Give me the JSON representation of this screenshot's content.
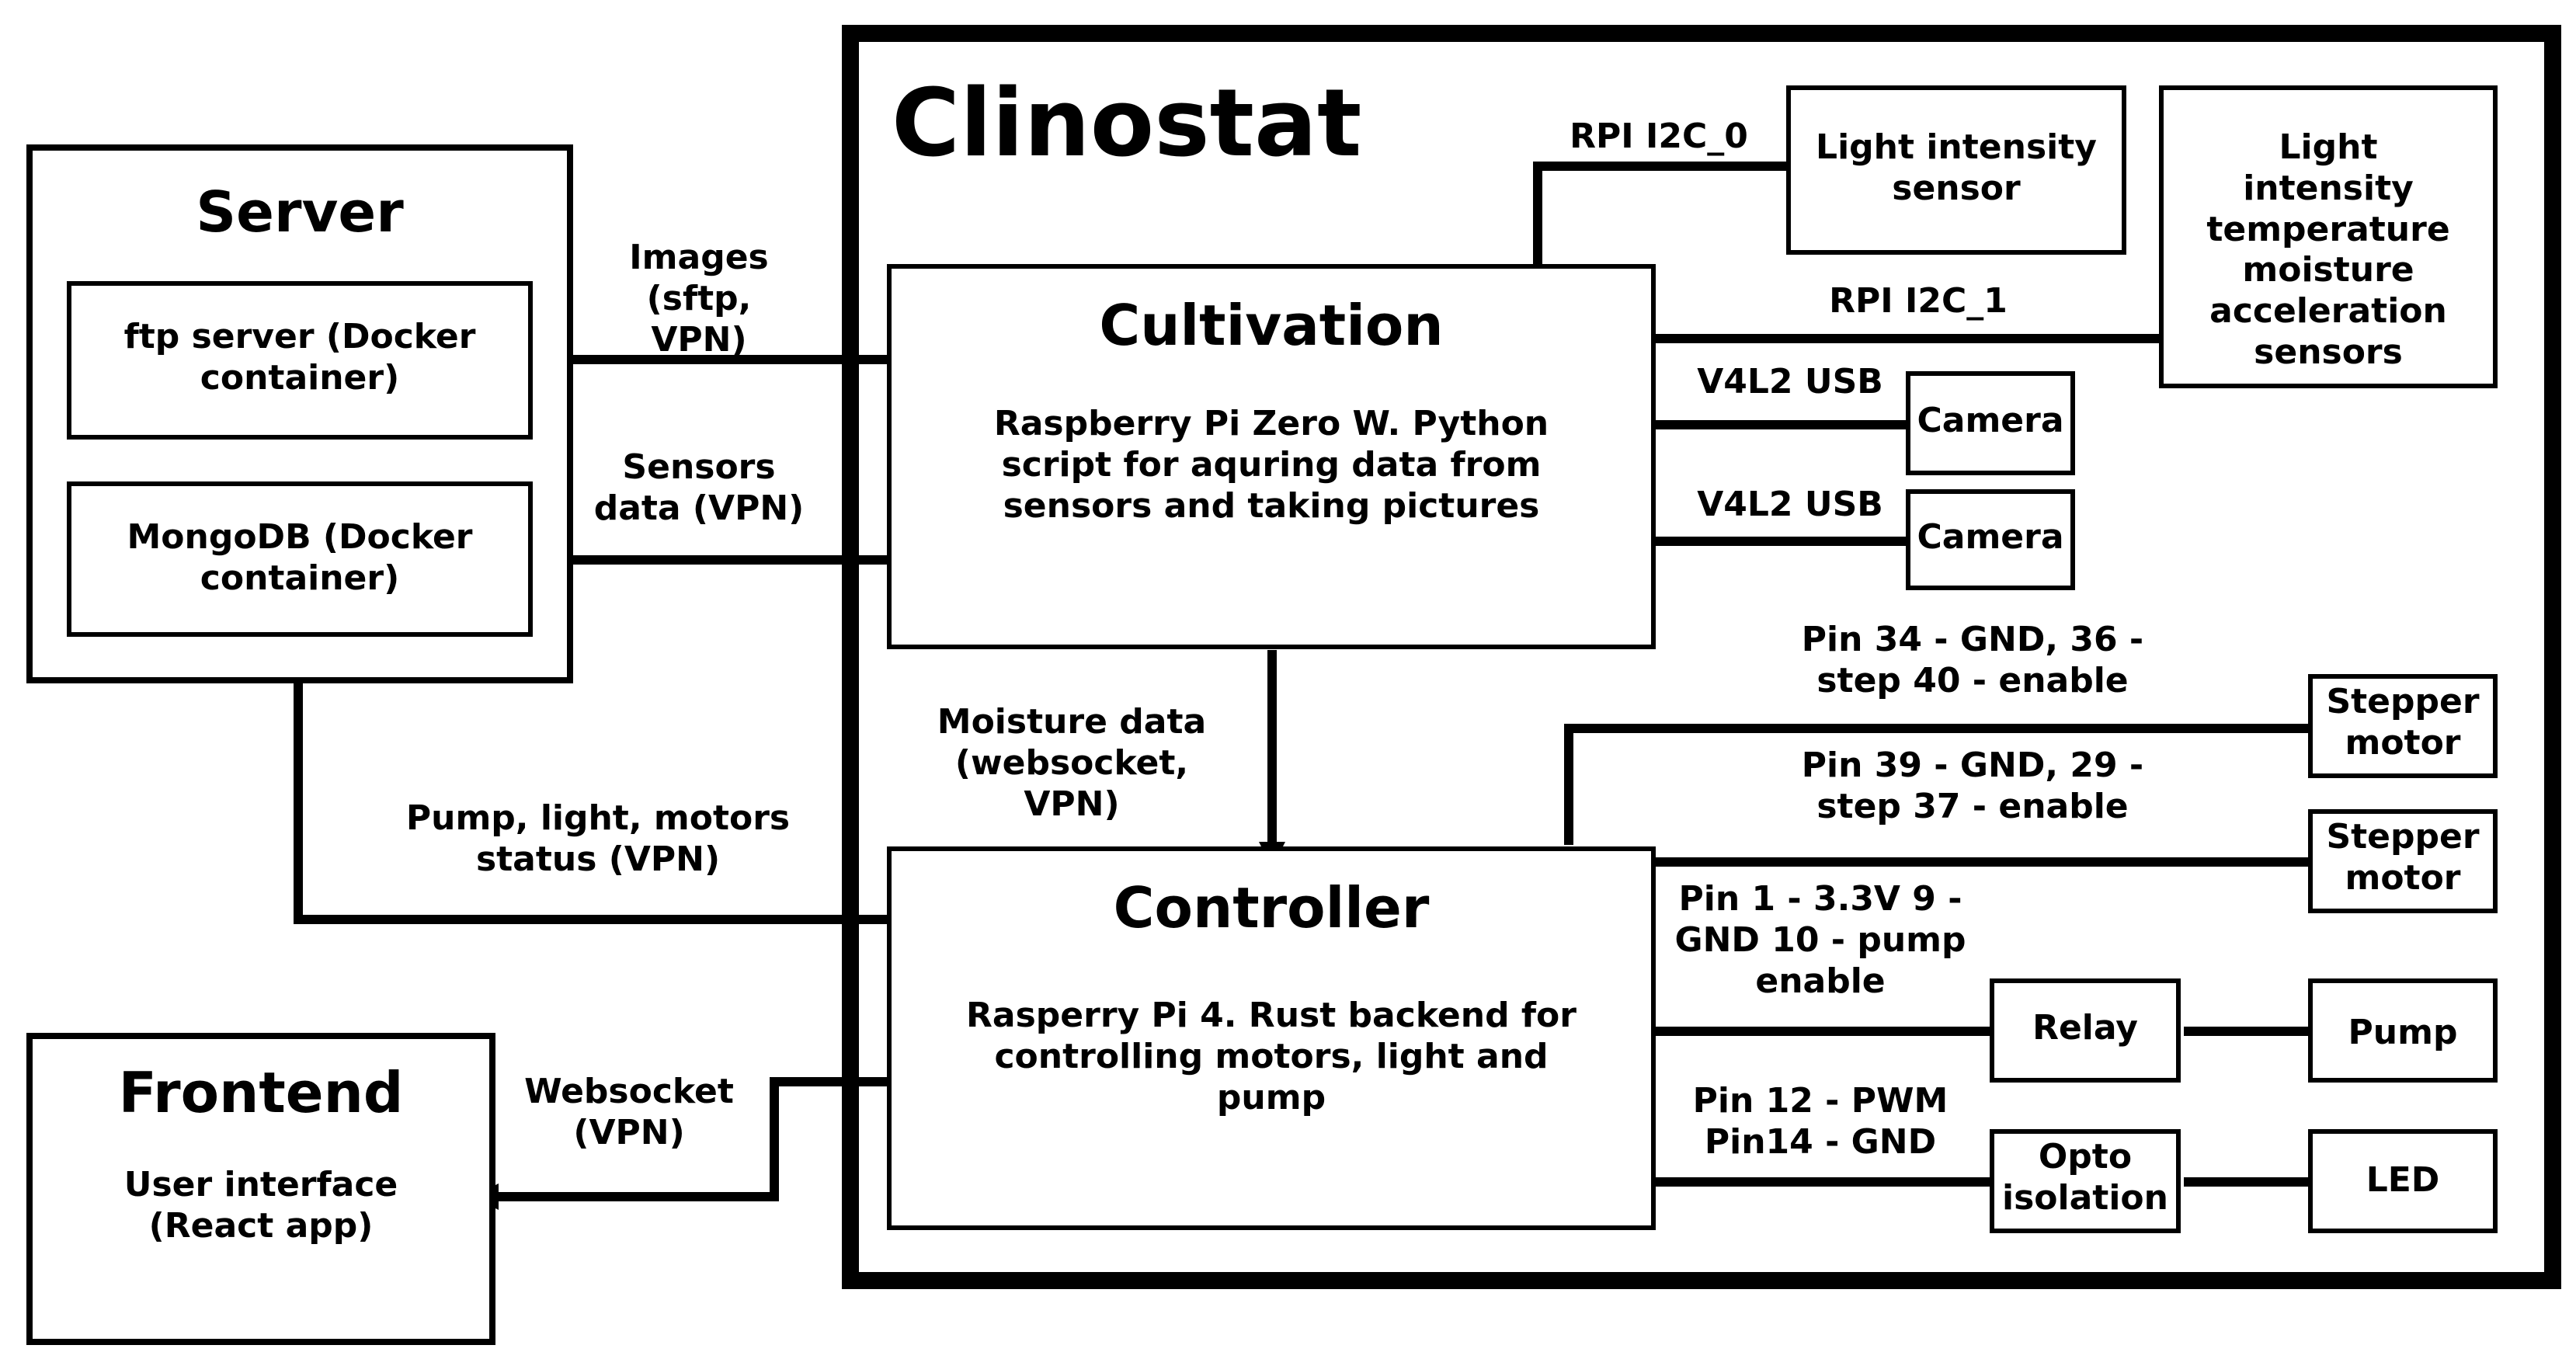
{
  "clinostat": {
    "title": "Clinostat",
    "cultivation": {
      "title": "Cultivation",
      "description": "Raspberry Pi Zero W. Python script for aquring data from sensors and taking pictures"
    },
    "controller": {
      "title": "Controller",
      "description": "Rasperry Pi 4. Rust backend for controlling motors, light and pump"
    },
    "sensor_light": "Light intensity sensor",
    "sensor_multi": "Light intensity temperature moisture acceleration sensors",
    "camera_1": "Camera",
    "camera_2": "Camera",
    "stepper_1": "Stepper motor",
    "stepper_2": "Stepper motor",
    "relay": "Relay",
    "pump": "Pump",
    "opto": "Opto isolation",
    "led": "LED"
  },
  "server": {
    "title": "Server",
    "ftp": "ftp server (Docker container)",
    "mongo": "MongoDB (Docker container)"
  },
  "frontend": {
    "title": "Frontend",
    "description": "User interface (React app)"
  },
  "edges": {
    "i2c0": "RPI I2C_0",
    "i2c1": "RPI I2C_1",
    "usb1": "V4L2 USB",
    "usb2": "V4L2 USB",
    "images": "Images (sftp, VPN)",
    "sensors": "Sensors data (VPN)",
    "moisture": "Moisture data (websocket, VPN)",
    "status": "Pump, light, motors status (VPN)",
    "websocket": "Websocket (VPN)",
    "pins_stepper1": "Pin 34 - GND, 36 - step 40 - enable",
    "pins_stepper2": "Pin 39 - GND, 29 - step 37 - enable",
    "pins_relay": "Pin 1 - 3.3V 9 - GND 10 - pump enable",
    "pins_opto": "Pin 12 - PWM Pin14 - GND"
  }
}
